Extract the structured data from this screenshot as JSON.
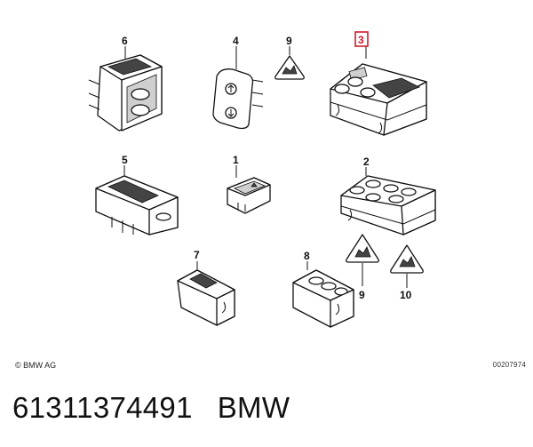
{
  "callouts": {
    "c1": "1",
    "c2": "2",
    "c3": "3",
    "c4": "4",
    "c5": "5",
    "c6": "6",
    "c7": "7",
    "c8": "8",
    "c9a": "9",
    "c9b": "9",
    "c10": "10"
  },
  "highlighted_callout": "3",
  "highlight_color": "#d11a2a",
  "footer": {
    "copyright": "© BMW AG",
    "doc_number": "00207974"
  },
  "caption": {
    "part_number": "61311374491",
    "brand": "BMW"
  }
}
